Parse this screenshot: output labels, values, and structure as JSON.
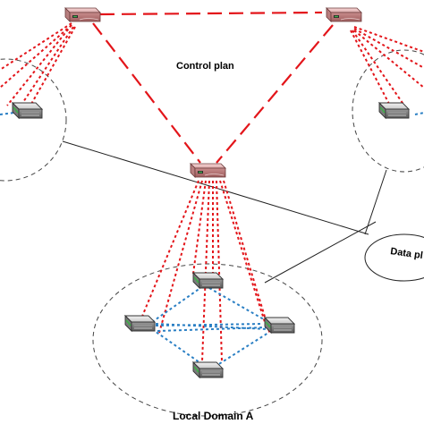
{
  "labels": {
    "control_plane": "Control plan",
    "data_plane": "Data pl",
    "local_domain": "Local Domain A"
  },
  "colors": {
    "control_link": "#e3151a",
    "data_link": "#2a7fc4",
    "boundary_line": "#222222",
    "domain_ring": "#444444",
    "controller_body": "#e7b9b9",
    "switch_body": "#d9d9d9"
  },
  "icons": {
    "controller": "router-controller-icon",
    "switch": "network-switch-icon"
  }
}
